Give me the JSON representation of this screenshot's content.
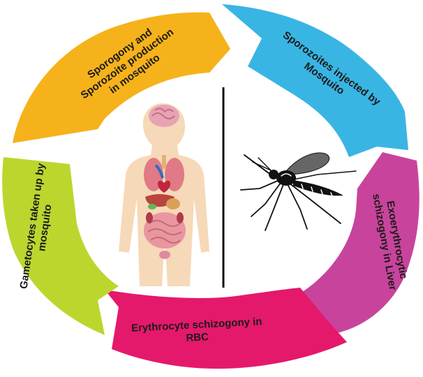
{
  "stages": [
    {
      "id": "sporogony",
      "lines": [
        "Sporogony and",
        "Sporozoite production",
        "in mosquito"
      ],
      "color": "#f6b21b"
    },
    {
      "id": "sporozoites",
      "lines": [
        "Sporozoites injected by",
        "Mosquito"
      ],
      "color": "#39b5e4"
    },
    {
      "id": "exoerythrocytic",
      "lines": [
        "Exoerythrocytic",
        "schizogony in Liver"
      ],
      "color": "#c8449c"
    },
    {
      "id": "erythrocyte",
      "lines": [
        "Erythrocyte schizogony in",
        "RBC"
      ],
      "color": "#e5196b"
    },
    {
      "id": "gametocytes",
      "lines": [
        "Gametocytes taken up by",
        "mosquito"
      ],
      "color": "#bcd62e"
    }
  ],
  "illustrations": {
    "left": "human-anatomy",
    "right": "mosquito",
    "divider_color": "#111111"
  }
}
